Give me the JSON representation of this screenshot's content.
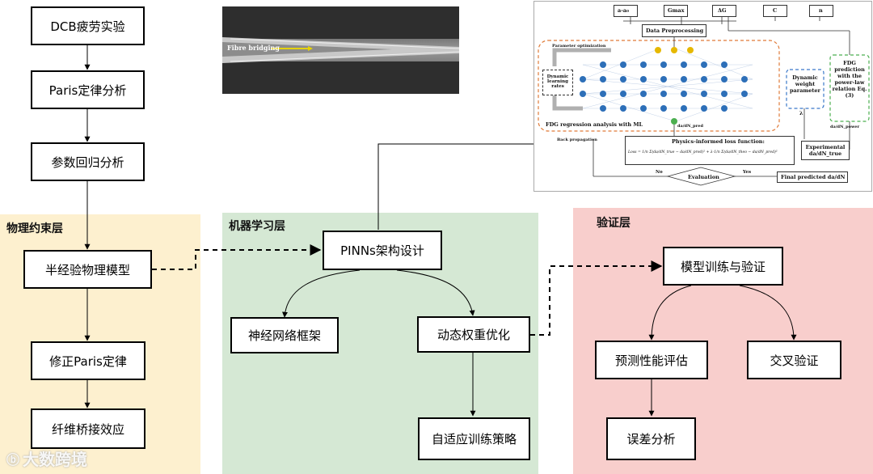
{
  "colors": {
    "physics_bg": "#fdf0cf",
    "ml_bg": "#d5e8d4",
    "verify_bg": "#f8cecc",
    "node_border": "#000000",
    "fig_orange": "#e07b39",
    "fig_green": "#4caf50",
    "fig_blue": "#3a78c9",
    "neuron_blue": "#2d6fb8",
    "neuron_yellow": "#e6b800"
  },
  "panels": {
    "physics": "物理约束层",
    "ml": "机器学习层",
    "verify": "验证层"
  },
  "nodes": {
    "dcb": "DCB疲劳实验",
    "paris": "Paris定律分析",
    "param": "参数回归分析",
    "semi": "半经验物理模型",
    "mod_paris": "修正Paris定律",
    "bridge": "纤维桥接效应",
    "pinns": "PINNs架构设计",
    "nn": "神经网络框架",
    "dynw": "动态权重优化",
    "adaptive": "自适应训练策略",
    "train": "模型训练与验证",
    "pred": "预测性能评估",
    "cv": "交叉验证",
    "err": "误差分析"
  },
  "photo": {
    "label": "Fibre bridging"
  },
  "figure": {
    "inputs": [
      "a-a₀",
      "Gmax",
      "ΔG",
      "C",
      "n"
    ],
    "preprocess": "Data Preprocessing",
    "param_opt": "Parameter optimization",
    "dyn_lr": "Dynamic learning rates",
    "regression": "FDG regression analysis with ML",
    "dyn_weight": "Dynamic weight parameter",
    "fdg_pred": "FDG prediction with the power-law relation Eq.(3)",
    "back_prop": "Back propagation",
    "loss_title": "Physics-informed loss function:",
    "loss_formula": "Loss = 1/n Σ(da/dN_true − da/dN_pred)² + λ·1/n Σ(da/dN_theo − da/dN_pred)²",
    "experimental": "Experimental da/dN_true",
    "evaluation": "Evaluation",
    "no": "No",
    "yes": "Yes",
    "final": "Final predicted da/dN",
    "lambda": "λ",
    "dadn_power": "da/dN_power",
    "dadn_pred": "da/dN_pred"
  },
  "watermark": "大数跨境"
}
